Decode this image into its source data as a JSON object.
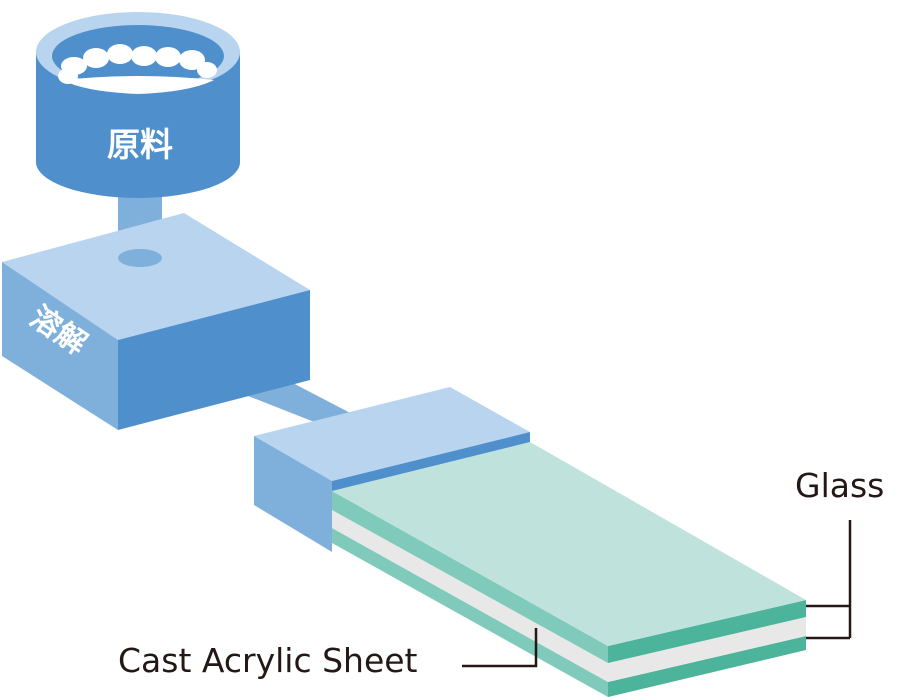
{
  "labels": {
    "raw_material": "原料",
    "melt": "溶解",
    "glass": "Glass",
    "cast_acrylic_sheet": "Cast Acrylic Sheet"
  },
  "colors": {
    "blue_dark": "#4f8fcb",
    "blue_mid": "#7fb0dc",
    "blue_light": "#b9d4ee",
    "teal_top": "#bfe2dc",
    "teal_side": "#7fcabb",
    "teal_dark": "#4bb49a",
    "gray_interlayer": "#e8e8e8",
    "leader_line": "#231815"
  }
}
